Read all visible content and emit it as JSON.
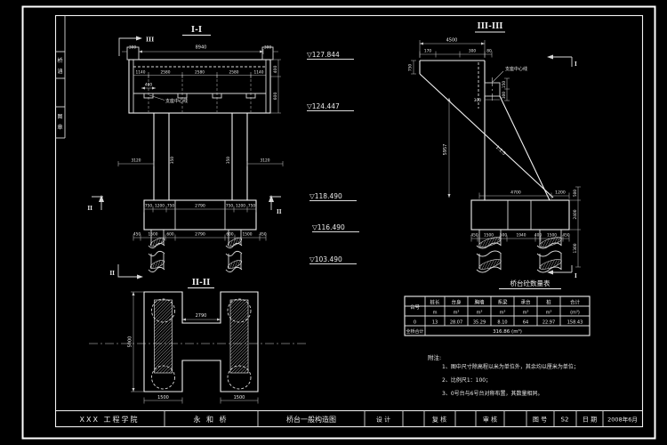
{
  "frame": {
    "side_box1": [
      "桥",
      "涵"
    ],
    "side_box2": [
      "图",
      "章"
    ]
  },
  "elevations": [
    "▽127.844",
    "▽124.447",
    "▽118.490",
    "▽116.490",
    "▽103.490"
  ],
  "s1": {
    "title": "I-I",
    "marker_top": "III",
    "marker_left": "II",
    "marker_right": "II",
    "marker_bottom": "II",
    "bearing_label": "支座中心线",
    "dim_top": [
      "300",
      "8940",
      "300"
    ],
    "dim_spacing": [
      "1140",
      "2580",
      "2580",
      "2580",
      "1140"
    ],
    "dim_right": [
      "400",
      "600"
    ],
    "dim_bearing": "400",
    "dim_col": [
      "3120",
      "350",
      "350",
      "3120"
    ],
    "dim_ftop": [
      "750",
      "1200",
      "750",
      "2790",
      "750",
      "1200",
      "750"
    ],
    "dim_fbot": [
      "450",
      "1500",
      "600",
      "2790",
      "600",
      "1500",
      "450"
    ]
  },
  "s2": {
    "title": "II-II",
    "dim_gap": "2790",
    "dim_height": "5000",
    "dim_w1": "1500",
    "dim_w2": "1500"
  },
  "s3": {
    "title": "III-III",
    "marker_top": "I",
    "marker_bottom": "I",
    "bearing_label": "支座中心线",
    "slope": "1:1.5",
    "dim_top": "4500",
    "dim_toprow": [
      "170",
      "300",
      "80"
    ],
    "dim_capleft": "750",
    "dim_pedright": [
      "150",
      "300"
    ],
    "dim_pedbelow": "300",
    "dim_height": "5957",
    "dim_ftop": [
      "4700",
      "1200"
    ],
    "dim_right": [
      "500",
      "2400",
      "1300"
    ],
    "dim_piles": [
      "450",
      "1500",
      "500",
      "1940",
      "400",
      "1500",
      "450"
    ]
  },
  "table": {
    "title": "桥台砼数量表",
    "col0_header": "台号",
    "headers": [
      "桩长",
      "台身",
      "胸墙",
      "系梁",
      "承台",
      "桩",
      "合计"
    ],
    "units": [
      "m",
      "m³",
      "m³",
      "m³",
      "m³",
      "m³",
      "(m³)"
    ],
    "row_id": "0",
    "values": [
      "13",
      "28.07",
      "35.29",
      "8.10",
      "64",
      "22.97",
      "158.43"
    ],
    "footer_label": "全桥合计",
    "footer_value": "316.86 (m³)"
  },
  "notes": {
    "title": "附注:",
    "items": [
      "1、图中尺寸除高程以米为单位外，其余均以厘米为单位；",
      "2、比例尺1：100；",
      "3、0号台与6号台对称布置，其数量相同。"
    ]
  },
  "titlebar": {
    "org": "XXX 工程学院",
    "bridge": "永 和 桥",
    "drawing": "桥台一般构造图",
    "design_label": "设 计",
    "check_label": "复 核",
    "review_label": "审 核",
    "number_label": "图 号",
    "number_value": "S2",
    "date_label": "日 期",
    "date_value": "2008年6月"
  }
}
